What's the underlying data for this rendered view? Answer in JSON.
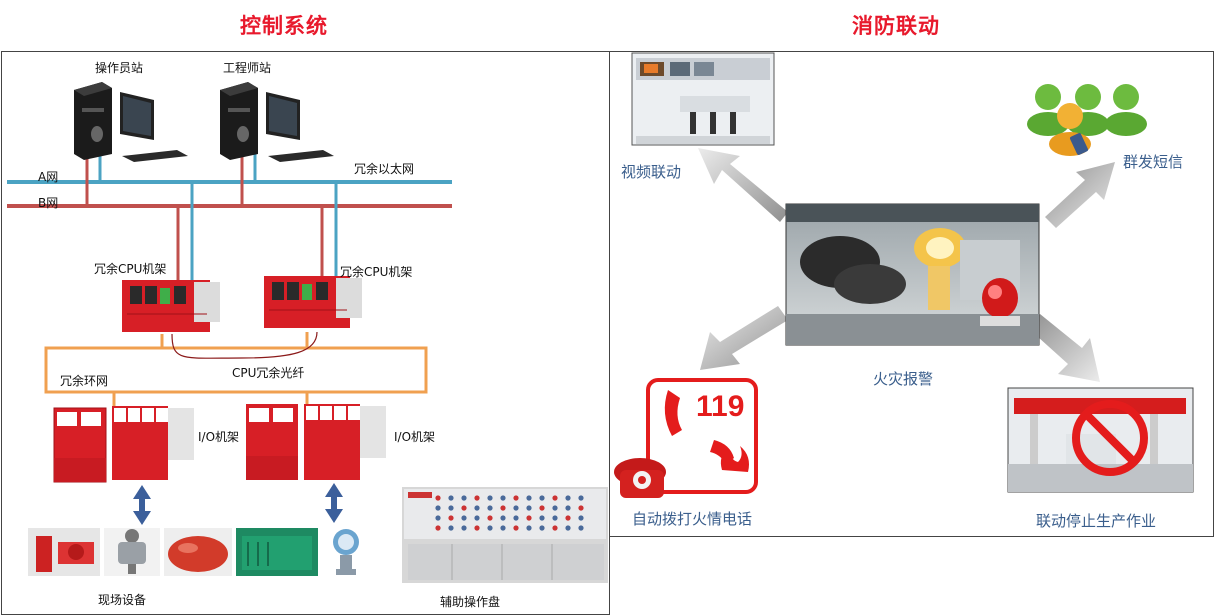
{
  "titles": {
    "left": "控制系统",
    "right": "消防联动"
  },
  "control": {
    "operator_station": "操作员站",
    "engineer_station": "工程师站",
    "net_a": "A网",
    "net_b": "B网",
    "redundant_ethernet": "冗余以太网",
    "cpu_rack_left": "冗余CPU机架",
    "cpu_rack_right": "冗余CPU机架",
    "redundant_ring": "冗余环网",
    "cpu_fiber": "CPU冗余光纤",
    "io_rack_left": "I/O机架",
    "io_rack_right": "I/O机架",
    "field_devices": "现场设备",
    "aux_panel": "辅助操作盘"
  },
  "fire": {
    "video_link": "视频联动",
    "group_sms": "群发短信",
    "fire_alarm": "火灾报警",
    "emergency_number": "119",
    "auto_dial": "自动拨打火情电话",
    "stop_production": "联动停止生产作业"
  },
  "colors": {
    "title_red": "#e8192c",
    "net_a_blue": "#4ba3c3",
    "net_b_red": "#c0504d",
    "ring_orange": "#f0a050",
    "label_blue": "#3a5e8c"
  }
}
